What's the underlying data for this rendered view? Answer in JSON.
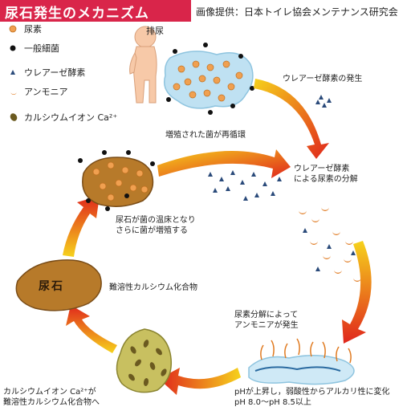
{
  "header": {
    "title": "尿石発生のメカニズム",
    "credit": "画像提供：日本トイレ協会メンテナンス研究会"
  },
  "legend": [
    {
      "icon": "urea-dot-icon",
      "label": "尿素"
    },
    {
      "icon": "bacteria-dot-icon",
      "label": "一般細菌"
    },
    {
      "icon": "urease-triangle-icon",
      "label": "ウレアーゼ酵素"
    },
    {
      "icon": "ammonia-crescent-icon",
      "label": "アンモニア"
    },
    {
      "icon": "calcium-ion-icon",
      "label": "カルシウムイオン Ca²⁺"
    }
  ],
  "steps": {
    "urination": "排尿",
    "urease_generation": "ウレアーゼ酵素の発生",
    "recirculation": "増殖された菌が再循環",
    "urea_decomposition": [
      "ウレアーゼ酵素",
      "による尿素の分解"
    ],
    "ammonia_generation": [
      "尿素分解によって",
      "アンモニアが発生"
    ],
    "ph_change": [
      "pHが上昇し，弱酸性からアルカリ性に変化",
      "pH 8.0〜pH 8.5以上"
    ],
    "calcium_compound": [
      "カルシウムイオン Ca²⁺が",
      "難溶性カルシウム化合物へ"
    ],
    "insoluble_compound": "難溶性カルシウム化合物",
    "bacteria_breeding": [
      "尿石が菌の温床となり",
      "さらに菌が増殖する"
    ],
    "stone_label": "尿石"
  },
  "colors": {
    "title_bg": "#d9254a",
    "urea": "#f0a050",
    "bacteria": "#111111",
    "urine_blob": "#bfe1f2",
    "stone": "#b77a2a",
    "arrow_start": "#f6d21c",
    "arrow_end": "#e0261c"
  }
}
